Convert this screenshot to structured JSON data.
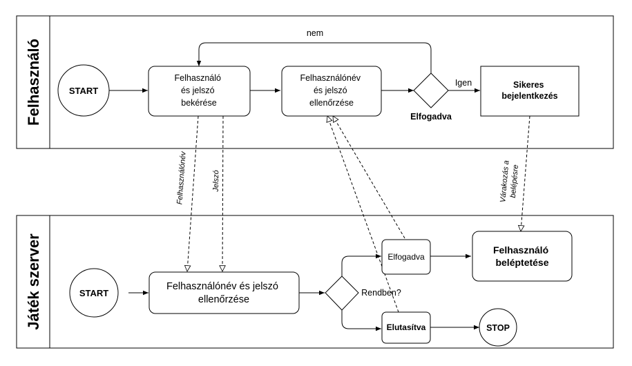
{
  "lanes": {
    "top": {
      "title": "Felhasználó"
    },
    "bottom": {
      "title": "Játék szerver"
    }
  },
  "user_lane": {
    "start": "START",
    "input_box": [
      "Felhasználó",
      "és jelszó",
      "bekérése"
    ],
    "check_box": [
      "Felhasználónév",
      "és jelszó",
      "ellenőrzése"
    ],
    "decision_label": "Elfogadva",
    "edge_no": "nem",
    "edge_yes": "Igen",
    "success_box": [
      "Sikeres",
      "bejelentkezés"
    ]
  },
  "server_lane": {
    "start": "START",
    "check_box": [
      "Felhasználónév és jelszó",
      "ellenőrzése"
    ],
    "decision_label": "Rendben?",
    "accepted_box": "Elfogadva",
    "rejected_box": "Elutasítva",
    "login_box": [
      "Felhasználó",
      "beléptetése"
    ],
    "stop": "STOP"
  },
  "messages": {
    "username": "Felhasználónév",
    "password": "Jelszó",
    "waiting": [
      "Várakozás a",
      "belépésre"
    ]
  }
}
